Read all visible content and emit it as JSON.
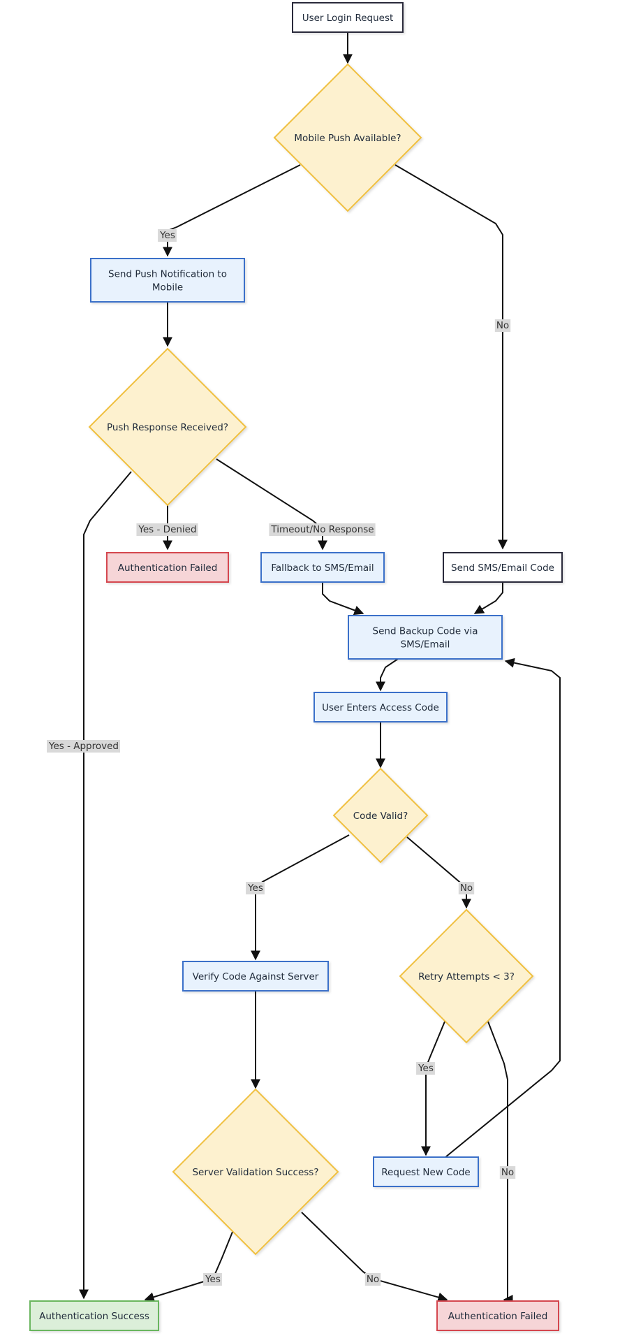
{
  "colors": {
    "plain_fill": "#ffffff",
    "plain_stroke": "#2b2b3b",
    "process_fill": "#e8f2fd",
    "process_stroke": "#3a6fc9",
    "decision_fill": "#fdf1cf",
    "decision_stroke": "#f0c040",
    "fail_fill": "#f6d5d7",
    "fail_stroke": "#d44650",
    "success_fill": "#dcefd9",
    "success_stroke": "#6ab65f",
    "edge": "#111111",
    "label_bg": "#d9d9d9"
  },
  "nodes": {
    "login_request": {
      "label": [
        "User Login Request"
      ],
      "kind": "plain"
    },
    "mobile_push_available": {
      "label": [
        "Mobile Push Available?"
      ],
      "kind": "decision"
    },
    "send_push": {
      "label": [
        "Send Push Notification to",
        "Mobile"
      ],
      "kind": "process"
    },
    "push_response": {
      "label": [
        "Push Response Received?"
      ],
      "kind": "decision"
    },
    "auth_failed_top": {
      "label": [
        "Authentication Failed"
      ],
      "kind": "fail"
    },
    "fallback_sms": {
      "label": [
        "Fallback to SMS/Email"
      ],
      "kind": "process"
    },
    "send_sms_code": {
      "label": [
        "Send SMS/Email Code"
      ],
      "kind": "plain"
    },
    "send_backup_code": {
      "label": [
        "Send Backup Code via",
        "SMS/Email"
      ],
      "kind": "process"
    },
    "user_enters_code": {
      "label": [
        "User Enters Access Code"
      ],
      "kind": "process"
    },
    "code_valid": {
      "label": [
        "Code Valid?"
      ],
      "kind": "decision"
    },
    "verify_code": {
      "label": [
        "Verify Code Against Server"
      ],
      "kind": "process"
    },
    "retry_attempts": {
      "label": [
        "Retry Attempts < 3?"
      ],
      "kind": "decision"
    },
    "request_new_code": {
      "label": [
        "Request New Code"
      ],
      "kind": "process"
    },
    "server_validation": {
      "label": [
        "Server Validation Success?"
      ],
      "kind": "decision"
    },
    "auth_success": {
      "label": [
        "Authentication Success"
      ],
      "kind": "success"
    },
    "auth_failed_bottom": {
      "label": [
        "Authentication Failed"
      ],
      "kind": "fail"
    }
  },
  "edges": [
    {
      "from": "login_request",
      "to": "mobile_push_available",
      "label": ""
    },
    {
      "from": "mobile_push_available",
      "to": "send_push",
      "label": "Yes"
    },
    {
      "from": "mobile_push_available",
      "to": "send_sms_code",
      "label": "No"
    },
    {
      "from": "send_push",
      "to": "push_response",
      "label": ""
    },
    {
      "from": "push_response",
      "to": "auth_failed_top",
      "label": "Yes - Denied"
    },
    {
      "from": "push_response",
      "to": "fallback_sms",
      "label": "Timeout/No Response"
    },
    {
      "from": "push_response",
      "to": "auth_success",
      "label": "Yes - Approved"
    },
    {
      "from": "fallback_sms",
      "to": "send_backup_code",
      "label": ""
    },
    {
      "from": "send_sms_code",
      "to": "send_backup_code",
      "label": ""
    },
    {
      "from": "send_backup_code",
      "to": "user_enters_code",
      "label": ""
    },
    {
      "from": "user_enters_code",
      "to": "code_valid",
      "label": ""
    },
    {
      "from": "code_valid",
      "to": "verify_code",
      "label": "Yes"
    },
    {
      "from": "code_valid",
      "to": "retry_attempts",
      "label": "No"
    },
    {
      "from": "verify_code",
      "to": "server_validation",
      "label": ""
    },
    {
      "from": "retry_attempts",
      "to": "request_new_code",
      "label": "Yes"
    },
    {
      "from": "retry_attempts",
      "to": "auth_failed_bottom",
      "label": "No"
    },
    {
      "from": "request_new_code",
      "to": "send_backup_code",
      "label": ""
    },
    {
      "from": "server_validation",
      "to": "auth_success",
      "label": "Yes"
    },
    {
      "from": "server_validation",
      "to": "auth_failed_bottom",
      "label": "No"
    }
  ]
}
